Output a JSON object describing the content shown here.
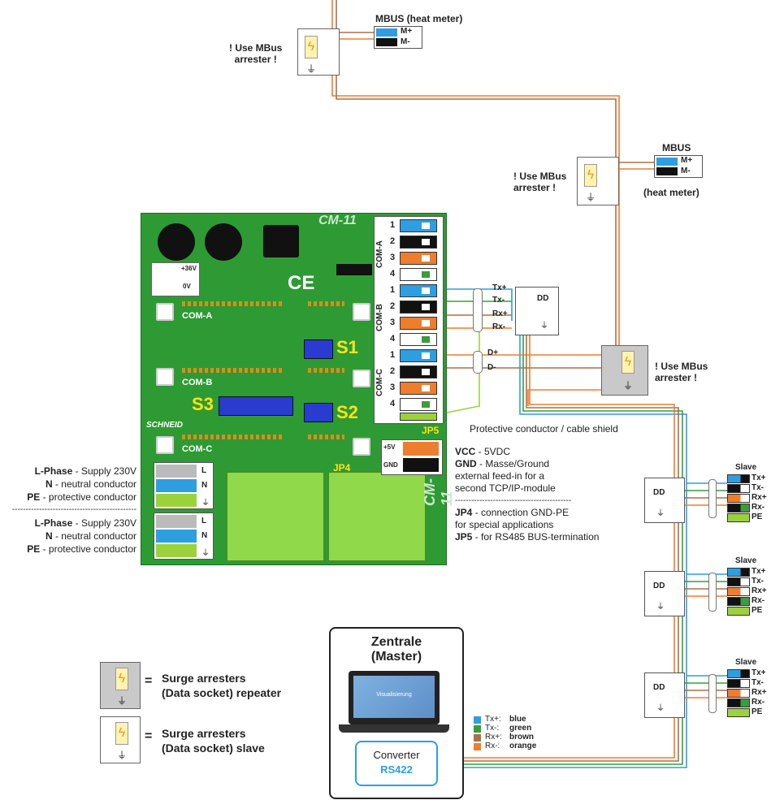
{
  "mbus_top": {
    "title": "MBUS  (heat meter)",
    "mplus": "M+",
    "mminus": "M-",
    "arrester_note": "! Use MBus\narrester !"
  },
  "mbus_right": {
    "title": "MBUS",
    "mplus": "M+",
    "mminus": "M-",
    "subtitle": "(heat meter)",
    "arrester_note": "! Use MBus\narrester !"
  },
  "board": {
    "title": "CM-11",
    "title_side": "CM-11",
    "com_a": "COM-A",
    "com_b": "COM-B",
    "com_c": "COM-C",
    "s1": "S1",
    "s2": "S2",
    "s3": "S3",
    "brand": "SCHNEID",
    "ce": "CE",
    "v36": "+36V",
    "v0": "0V",
    "jp4": "JP4",
    "jp5": "JP5",
    "plus5v": "+5V",
    "gnd": "GND",
    "port_numbers": [
      "1",
      "2",
      "3",
      "4",
      "1",
      "2",
      "3",
      "4",
      "1",
      "2",
      "3",
      "4"
    ],
    "power_letters": [
      "L",
      "N",
      "L",
      "N"
    ]
  },
  "bus": {
    "txp": "Tx+",
    "txm": "Tx-",
    "rxp": "Rx+",
    "rxm": "Rx-",
    "dp": "D+",
    "dm": "D-",
    "dd": "DD"
  },
  "repeater_note": "! Use MBus\narrester !",
  "shield_note": "Protective conductor / cable shield",
  "notes": {
    "vcc_label": "VCC",
    "vcc_text": " - 5VDC",
    "gnd_label": "GND",
    "gnd_text": " - Masse/Ground",
    "line3": "external feed-in for a",
    "line4": "second TCP/IP-module",
    "sep": "-------------------------------------------",
    "jp4_label": "JP4",
    "jp4_text": " - connection GND-PE",
    "line6": "for special applications",
    "jp5_label": "JP5",
    "jp5_text": " - for RS485 BUS-termination"
  },
  "power_left": {
    "l_label": "L-Phase",
    "l_text": " - Supply 230V",
    "n_label": "N",
    "n_text": " - neutral conductor",
    "pe_label": "PE",
    "pe_text": " - protective conductor",
    "sep": "----------------------------------------------"
  },
  "slaves": [
    {
      "title": "Slave",
      "dd": "DD",
      "rows": [
        "Tx+",
        "Tx-",
        "Rx+",
        "Rx-",
        "PE"
      ]
    },
    {
      "title": "Slave",
      "dd": "DD",
      "rows": [
        "Tx+",
        "Tx-",
        "Rx+",
        "Rx-",
        "PE"
      ]
    },
    {
      "title": "Slave",
      "dd": "DD",
      "rows": [
        "Tx+",
        "Tx-",
        "Rx+",
        "Rx-",
        "PE"
      ]
    }
  ],
  "legend": {
    "repeater_line1": "Surge arresters",
    "repeater_line2": "(Data socket) repeater",
    "slave_line1": "Surge arresters",
    "slave_line2": "(Data socket) slave",
    "equals": "="
  },
  "master": {
    "title": "Zentrale",
    "subtitle": "(Master)",
    "screen": "Visualisierung",
    "converter": "Converter",
    "model": "RS422"
  },
  "wire_legend": [
    {
      "code": "Tx+:",
      "color_name": "blue",
      "color": "#2f9ee0"
    },
    {
      "code": "Tx-:",
      "color_name": "green",
      "color": "#3c9c3c"
    },
    {
      "code": "Rx+:",
      "color_name": "brown",
      "color": "#a8714a"
    },
    {
      "code": "Rx-:",
      "color_name": "orange",
      "color": "#ee7d2e"
    }
  ],
  "colors": {
    "blue": "#2f9ee0",
    "green": "#3c9c3c",
    "brown": "#a8714a",
    "orange": "#ee7d2e",
    "yellow_green": "#9bd23c",
    "board": "#2e9a34"
  }
}
